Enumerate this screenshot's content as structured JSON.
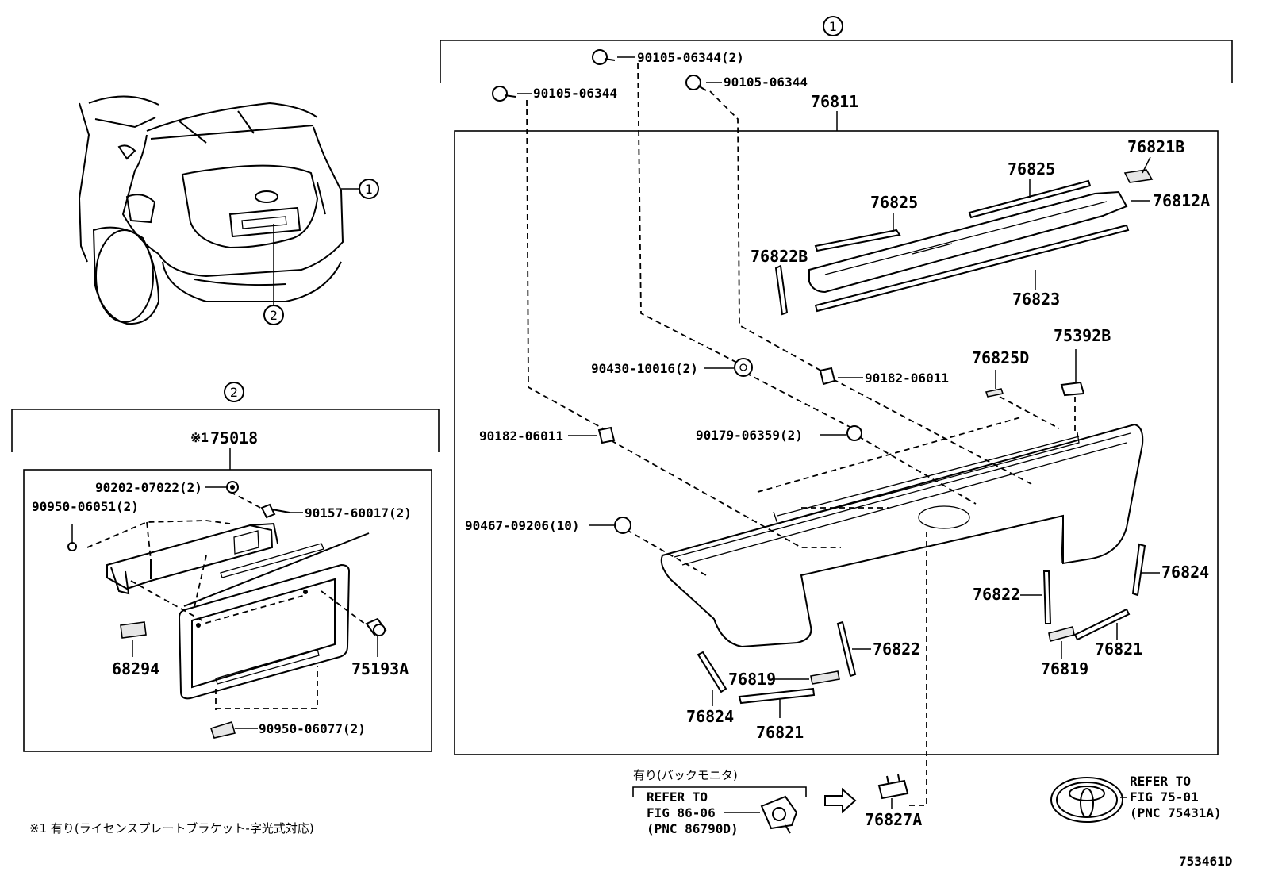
{
  "callouts": {
    "c1": "1",
    "c2": "2"
  },
  "labels": {
    "p90105_06344_2": "90105-06344(2)",
    "p90105_06344_a": "90105-06344",
    "p90105_06344_b": "90105-06344",
    "p76811": "76811",
    "p76821B": "76821B",
    "p76825_a": "76825",
    "p76825_b": "76825",
    "p76812A": "76812A",
    "p76822B": "76822B",
    "p76823": "76823",
    "p75392B": "75392B",
    "p76825D": "76825D",
    "p90430_10016_2": "90430-10016(2)",
    "p90182_06011_a": "90182-06011",
    "p90182_06011_b": "90182-06011",
    "p90179_06359_2": "90179-06359(2)",
    "p90467_09206_10": "90467-09206(10)",
    "p76824_a": "76824",
    "p76822_a": "76822",
    "p76822_b": "76822",
    "p76819_a": "76819",
    "p76819_b": "76819",
    "p76821_a": "76821",
    "p76821_b": "76821",
    "p76824_b": "76824",
    "p76827A": "76827A",
    "p75018": "75018",
    "p75018_mark": "※1",
    "p90202_07022_2": "90202-07022(2)",
    "p90950_06051_2": "90950-06051(2)",
    "p90157_60017_2": "90157-60017(2)",
    "p68294": "68294",
    "p75193A": "75193A",
    "p90950_06077_2": "90950-06077(2)"
  },
  "refer_monitor": {
    "header": "有り(バックモニタ)",
    "line1": "REFER TO",
    "line2": "FIG 86-06",
    "line3": "(PNC 86790D)"
  },
  "refer_emblem": {
    "line1": "REFER TO",
    "line2": "FIG 75-01",
    "line3": "(PNC 75431A)"
  },
  "footnote": "※1 有り(ライセンスプレートブラケット-字光式対応)",
  "figure_code": "753461D"
}
